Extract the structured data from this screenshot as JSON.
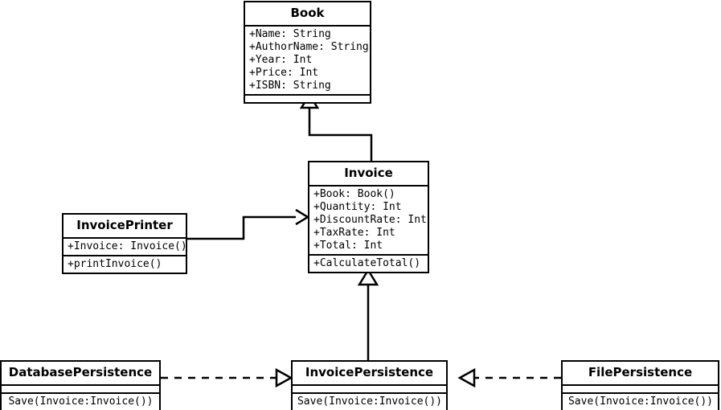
{
  "diagram": {
    "kind": "uml-class-diagram",
    "background_color": "#ffffff",
    "line_color": "#000000",
    "text_color": "#000000"
  },
  "classes": {
    "book": {
      "name": "Book",
      "attributes": [
        "+Name: String",
        "+AuthorName: String",
        "+Year: Int",
        "+Price: Int",
        "+ISBN: String"
      ],
      "operations": []
    },
    "invoice": {
      "name": "Invoice",
      "attributes": [
        "+Book: Book()",
        "+Quantity: Int",
        "+DiscountRate: Int",
        "+TaxRate: Int",
        "+Total: Int"
      ],
      "operations": [
        "+CalculateTotal()"
      ]
    },
    "invoice_printer": {
      "name": "InvoicePrinter",
      "attributes": [
        "+Invoice: Invoice()"
      ],
      "operations": [
        "+printInvoice()"
      ]
    },
    "database_persistence": {
      "name": "DatabasePersistence",
      "attributes": [],
      "operations": [
        "Save(Invoice:Invoice())"
      ]
    },
    "invoice_persistence": {
      "name": "InvoicePersistence",
      "attributes": [],
      "operations": [
        "Save(Invoice:Invoice())"
      ]
    },
    "file_persistence": {
      "name": "FilePersistence",
      "attributes": [],
      "operations": [
        "Save(Invoice:Invoice())"
      ]
    }
  },
  "relationships": [
    {
      "id": "invoice-inherits-book",
      "type": "generalization",
      "line_style": "solid",
      "arrow": "hollow-triangle",
      "from": "Invoice",
      "to": "Book"
    },
    {
      "id": "invoicepersistence-inherits-invoice",
      "type": "generalization",
      "line_style": "solid",
      "arrow": "hollow-triangle",
      "from": "InvoicePersistence",
      "to": "Invoice"
    },
    {
      "id": "invoiceprinter-uses-invoice",
      "type": "association",
      "line_style": "solid",
      "arrow": "open-arrow",
      "from": "InvoicePrinter",
      "to": "Invoice"
    },
    {
      "id": "databasepersistence-realizes-invoicepersistence",
      "type": "realization",
      "line_style": "dashed",
      "arrow": "hollow-triangle",
      "from": "DatabasePersistence",
      "to": "InvoicePersistence"
    },
    {
      "id": "filepersistence-realizes-invoicepersistence",
      "type": "realization",
      "line_style": "dashed",
      "arrow": "hollow-triangle",
      "from": "FilePersistence",
      "to": "InvoicePersistence"
    }
  ]
}
